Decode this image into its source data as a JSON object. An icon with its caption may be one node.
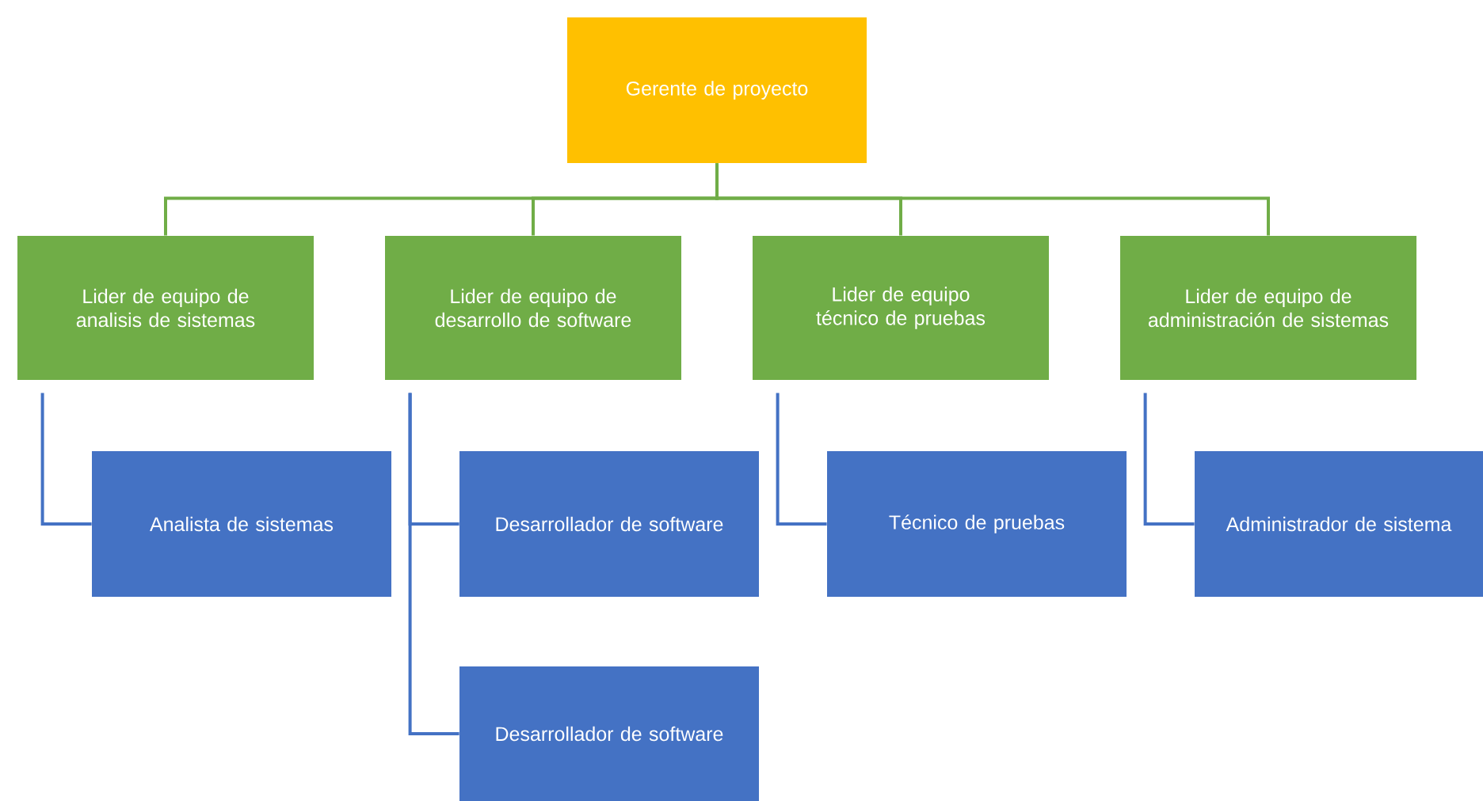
{
  "diagram": {
    "nodes": [
      {
        "text": [
          "Gerente de proyecto"
        ]
      },
      {
        "text": [
          "Lider de equipo de analisis de sistemas"
        ]
      },
      {
        "text": [
          "Lider de equipo de desarrollo de software"
        ]
      },
      {
        "text": [
          "Lider de equipo técnico de pruebas"
        ]
      },
      {
        "text": [
          "Lider de equipo de administración de sistemas"
        ]
      },
      {
        "text": [
          "Analista de sistemas"
        ]
      },
      {
        "text": [
          "Desarrollador de software"
        ]
      },
      {
        "text": [
          "Desarrollador de software"
        ]
      },
      {
        "text": [
          "Técnico de pruebas"
        ]
      },
      {
        "text": [
          "Administrador de sistema"
        ]
      }
    ],
    "edges": [
      {
        "from": 0,
        "to": 1,
        "arrow": "none",
        "color": "#70ad47"
      },
      {
        "from": 0,
        "to": 2,
        "arrow": "none",
        "color": "#70ad47"
      },
      {
        "from": 0,
        "to": 3,
        "arrow": "none",
        "color": "#70ad47"
      },
      {
        "from": 0,
        "to": 4,
        "arrow": "none",
        "color": "#70ad47"
      },
      {
        "from": 1,
        "to": 5,
        "arrow": "none"
      },
      {
        "from": 2,
        "to": 6,
        "arrow": "none"
      },
      {
        "from": 2,
        "to": 7,
        "arrow": "none"
      },
      {
        "from": 3,
        "to": 8,
        "arrow": "none"
      },
      {
        "from": 4,
        "to": 9,
        "arrow": "none"
      }
    ]
  }
}
